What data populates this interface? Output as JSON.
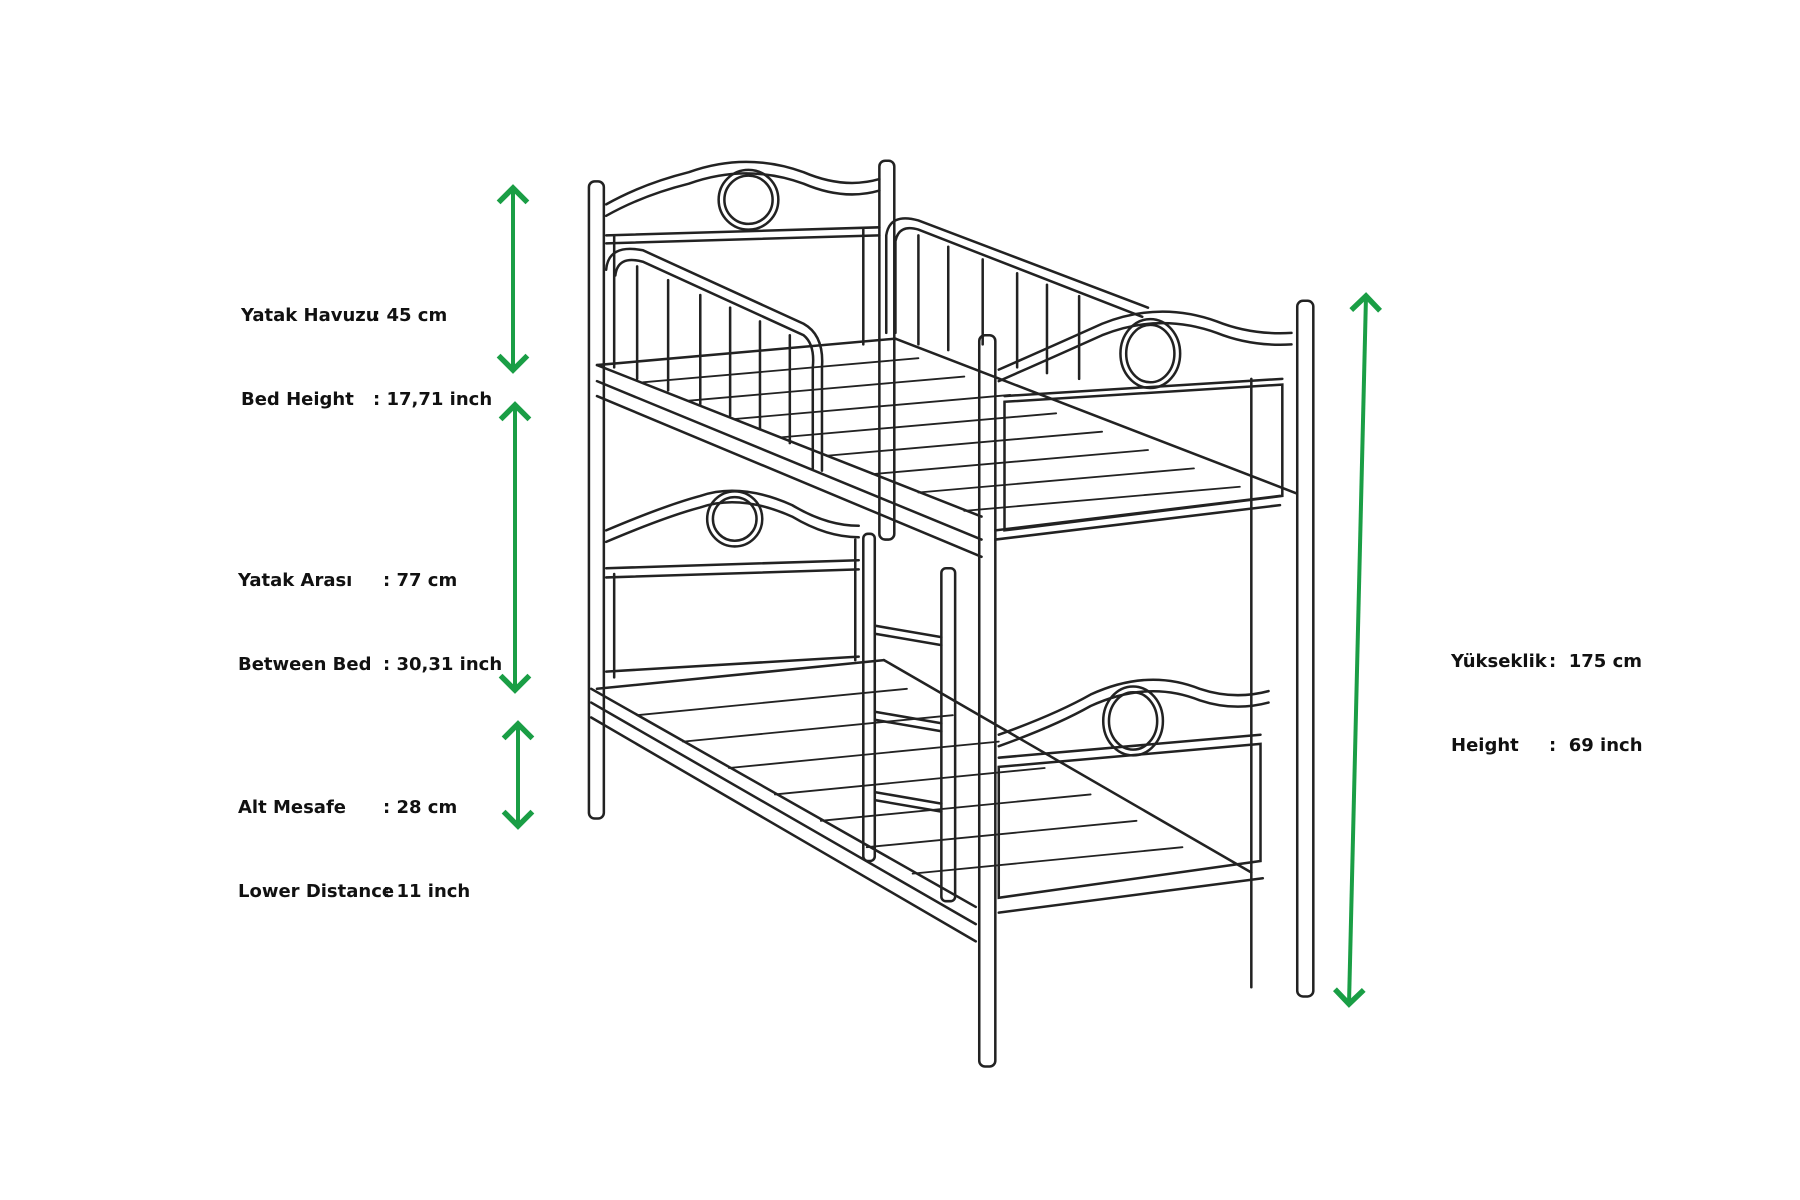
{
  "dimensions": [
    {
      "name_tr": "Yatak Havuzu",
      "name_en": "Bed Height",
      "value_cm": ": 45 cm",
      "value_inch": ": 17,71 inch"
    },
    {
      "name_tr": "Yatak Arası",
      "name_en": "Between Bed",
      "value_cm": ": 77 cm",
      "value_inch": ": 30,31 inch"
    },
    {
      "name_tr": "Alt Mesafe",
      "name_en": "Lower Distance",
      "value_cm": ": 28 cm",
      "value_inch": ": 11 inch"
    },
    {
      "name_tr": "Yükseklik",
      "name_en": "Height",
      "value_cm": ":  175 cm",
      "value_inch": ":  69 inch"
    }
  ],
  "colors": {
    "arrow": "#1a9e45",
    "line": "#222222"
  }
}
